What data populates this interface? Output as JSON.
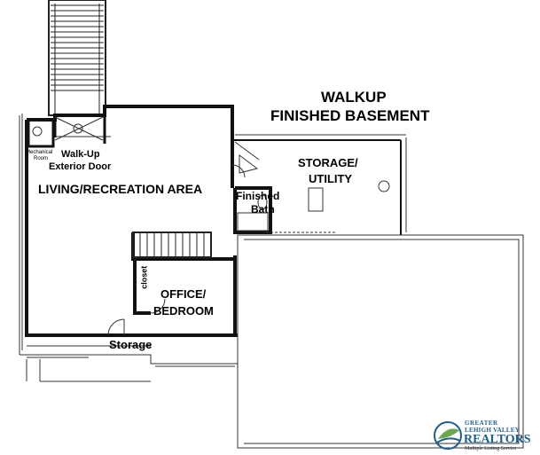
{
  "title": {
    "line1": "WALKUP",
    "line2": "FINISHED BASEMENT"
  },
  "rooms": {
    "mechanical_line1": "Mechanical",
    "mechanical_line2": "Room",
    "walkup_line1": "Walk-Up",
    "walkup_line2": "Exterior Door",
    "living": "LIVING/RECREATION AREA",
    "storage_utility_line1": "STORAGE/",
    "storage_utility_line2": "UTILITY",
    "bath_line1": "Finished",
    "bath_line2": "Bath",
    "closet": "closet",
    "office_line1": "OFFICE/",
    "office_line2": "BEDROOM",
    "storage": "Storage"
  },
  "logo": {
    "line1": "GREATER",
    "line2": "LEHIGH VALLEY",
    "line3": "REALTORS",
    "line4": "Multiple Listing Service",
    "icon": "globe-leaf-icon"
  },
  "colors": {
    "wall": "#111111",
    "logo_blue": "#1d5f8e",
    "logo_green": "#6aa84f"
  }
}
